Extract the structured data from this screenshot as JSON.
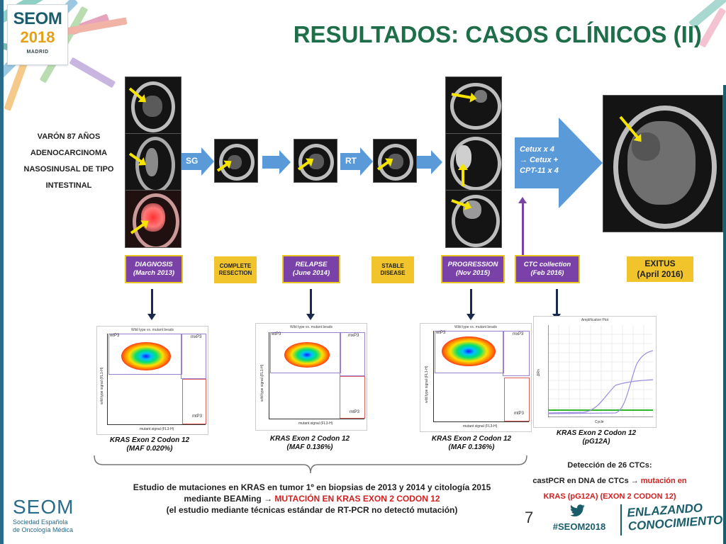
{
  "header": {
    "title": "RESULTADOS: CASOS CLÍNICOS (II)"
  },
  "logo": {
    "name": "SEOM",
    "year": "2018",
    "city": "MADRID"
  },
  "patient": {
    "lines": [
      "VARÓN 87 AÑOS",
      "ADENOCARCINOMA",
      "NASOSINUSAL DE TIPO",
      "INTESTINAL"
    ]
  },
  "flow": {
    "steps": [
      {
        "short": "SG"
      },
      {
        "short": "RT"
      }
    ],
    "treatment": {
      "line1": "Cetux x 4",
      "line2": "→ Cetux +",
      "line3": "CPT-11 x 4"
    }
  },
  "timeline": {
    "diagnosis": {
      "line1": "DIAGNOSIS",
      "line2": "(March 2013)"
    },
    "complete": {
      "line1": "COMPLETE",
      "line2": "RESECTION"
    },
    "relapse": {
      "line1": "RELAPSE",
      "line2": "(June 2014)"
    },
    "stable": {
      "line1": "STABLE",
      "line2": "DISEASE"
    },
    "progression": {
      "line1": "PROGRESSION",
      "line2": "(Nov 2015)"
    },
    "ctc": {
      "line1": "CTC collection",
      "line2": "(Feb 2016)"
    },
    "exitus": {
      "line1": "EXITUS",
      "line2": "(April 2016)"
    }
  },
  "plots": {
    "p1": {
      "title": "Wild type vs. mutant beads",
      "wtP3": "wtP3",
      "mxP3": "mxP3",
      "mtP3": "mtP3",
      "xlabel": "mutant signal (FL3-H)",
      "ylabel": "wild type signal (FL1-H)"
    },
    "p2": {
      "title": "Wild type vs. mutant beads",
      "wtP3": "wtP3",
      "mxP3": "mxP3",
      "mtP3": "mtP3",
      "xlabel": "mutant signal (FL3-H)",
      "ylabel": "wild type signal (FL1-H)"
    },
    "p3": {
      "title": "Wild type vs. mutant beads",
      "wtP3": "wtP3",
      "mxP3": "mxP3",
      "mtP3": "mtP3",
      "xlabel": "mutant signal (FL3-H)",
      "ylabel": "wild type signal (FL1-H)"
    },
    "p4": {
      "title": "Amplification Plot",
      "xlabel": "Cycle",
      "ylabel": "ΔRn"
    }
  },
  "captions": {
    "c1": {
      "line1": "KRAS Exon 2 Codon 12",
      "line2": "(MAF 0.020%)"
    },
    "c2": {
      "line1": "KRAS Exon 2 Codon 12",
      "line2": "(MAF 0.136%)"
    },
    "c3": {
      "line1": "KRAS Exon 2 Codon 12",
      "line2": "(MAF 0.136%)"
    },
    "c4": {
      "line1": "KRAS Exon 2 Codon 12",
      "line2": "(pG12A)"
    }
  },
  "study": {
    "line1": "Estudio de mutaciones en KRAS en tumor 1º en biopsias de 2013 y 2014 y citología 2015",
    "line2_prefix": "mediante BEAMing ",
    "line2_arrow": "→",
    "line2_highlight": " MUTACIÓN EN KRAS EXON 2 CODON 12",
    "line3": "(el estudio mediante técnicas estándar de RT-PCR no detectó mutación)"
  },
  "detection": {
    "line1": "Detección de 26 CTCs:",
    "line2_prefix": "castPCR en DNA de CTCs ",
    "line2_arrow": "→",
    "line2_highlight": " mutación en",
    "line3": "KRAS (pG12A) (EXON 2 CODON 12)"
  },
  "footer": {
    "page_number": "7",
    "hashtag": "#SEOM2018",
    "campaign_line1": "ENLAZANDO",
    "campaign_line2": "CONOCIMIENTO",
    "org_name": "SEOM",
    "org_line1": "Sociedad Española",
    "org_line2": "de Oncología Médica"
  },
  "colors": {
    "title_green": "#1f6e4a",
    "purple": "#7a42a8",
    "yellow": "#f2c42b",
    "red_highlight": "#d21f1f",
    "flow_blue": "#5a9ad8",
    "brand_teal": "#1a5e6b"
  }
}
